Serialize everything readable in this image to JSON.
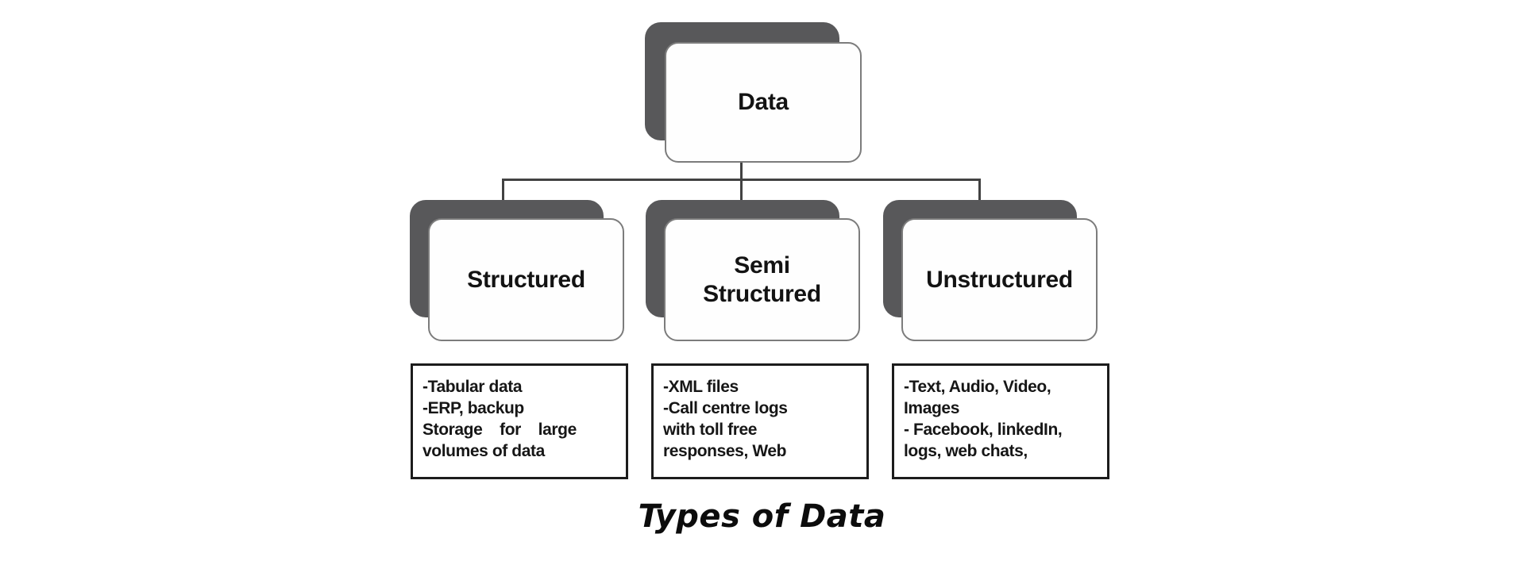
{
  "diagram": {
    "root": {
      "label": "Data"
    },
    "children": [
      {
        "label": "Structured"
      },
      {
        "label": "Semi\nStructured"
      },
      {
        "label": "Unstructured"
      }
    ],
    "notes": [
      {
        "text": "-Tabular data\n-ERP, backup\nStorage    for    large\nvolumes of data"
      },
      {
        "text": "-XML files\n-Call centre logs\nwith toll free\nresponses, Web"
      },
      {
        "text": "-Text, Audio, Video,\nImages\n- Facebook, linkedIn,\nlogs, web chats,"
      }
    ],
    "caption": "Types of Data"
  },
  "colors": {
    "shadow_gray": "#58585a",
    "card_border": "#7c7c7c",
    "connector": "#424242",
    "note_border": "#1c1c1c",
    "text": "#161616"
  }
}
